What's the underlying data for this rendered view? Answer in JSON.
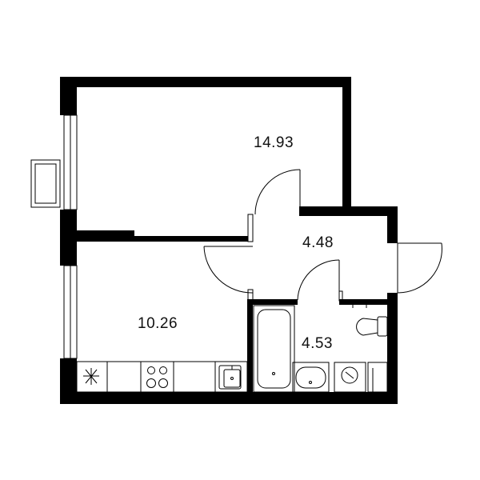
{
  "rooms": [
    {
      "id": "bedroom",
      "area": "14.93"
    },
    {
      "id": "hall",
      "area": "4.48"
    },
    {
      "id": "kitchen-living",
      "area": "10.26"
    },
    {
      "id": "bathroom",
      "area": "4.53"
    }
  ],
  "icons": {
    "cooktop": "cooktop-icon",
    "sink": "kitchen-sink-icon",
    "bathtub": "bathtub-icon",
    "toilet": "toilet-icon",
    "washbasin": "washbasin-icon",
    "washer": "washing-machine-icon",
    "vent": "vent-icon"
  },
  "colors": {
    "wall": "#000000",
    "background": "#ffffff"
  }
}
